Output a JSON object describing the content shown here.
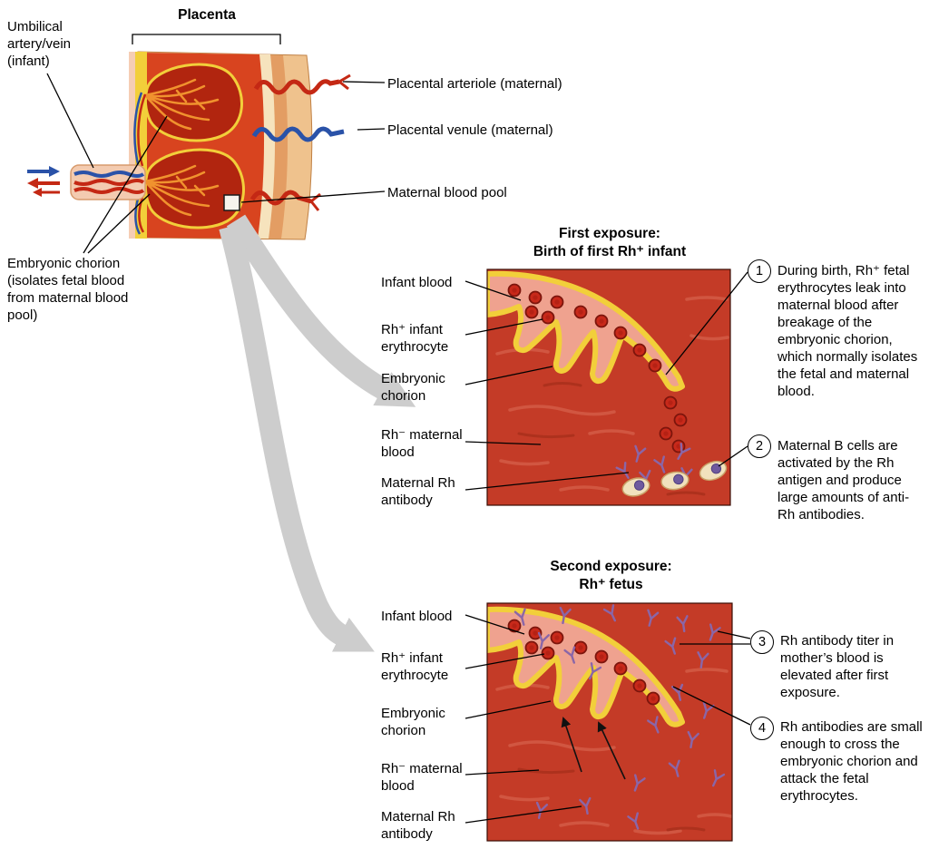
{
  "overview": {
    "placenta": "Placenta",
    "umbilical": "Umbilical artery/vein (infant)",
    "arteriole": "Placental arteriole (maternal)",
    "venule": "Placental venule (maternal)",
    "blood_pool": "Maternal blood pool",
    "chorion": "Embryonic chorion (isolates fetal blood from maternal blood pool)"
  },
  "first_exposure": {
    "title_line1": "First exposure:",
    "title_line2": "Birth of first Rh⁺ infant",
    "labels": {
      "infant_blood": "Infant blood",
      "erythrocyte": "Rh⁺ infant erythrocyte",
      "chorion": "Embryonic chorion",
      "maternal_blood": "Rh⁻ maternal blood",
      "antibody": "Maternal Rh antibody"
    },
    "steps": [
      {
        "number": "1",
        "text": "During birth, Rh⁺ fetal erythrocytes leak into maternal blood after breakage of the embryonic chorion, which normally isolates the fetal and maternal blood."
      },
      {
        "number": "2",
        "text": "Maternal B cells are activated by the Rh antigen and produce large amounts of anti-Rh antibodies."
      }
    ]
  },
  "second_exposure": {
    "title_line1": "Second exposure:",
    "title_line2": "Rh⁺ fetus",
    "labels": {
      "infant_blood": "Infant blood",
      "erythrocyte": "Rh⁺ infant erythrocyte",
      "chorion": "Embryonic chorion",
      "maternal_blood": "Rh⁻ maternal blood",
      "antibody": "Maternal Rh antibody"
    },
    "steps": [
      {
        "number": "3",
        "text": "Rh antibody titer in mother’s blood is elevated after first exposure."
      },
      {
        "number": "4",
        "text": "Rh antibodies are small enough to cross the embryonic chorion and attack the fetal erythrocytes."
      }
    ]
  },
  "colors": {
    "maternal_blood": "#c43b27",
    "chorion_yellow": "#f2cf3a",
    "infant_blood": "#efa28f",
    "erythrocyte": "#c8291a",
    "antibody_purple": "#8a66a8",
    "arrow_gray": "#cdcdcd"
  }
}
